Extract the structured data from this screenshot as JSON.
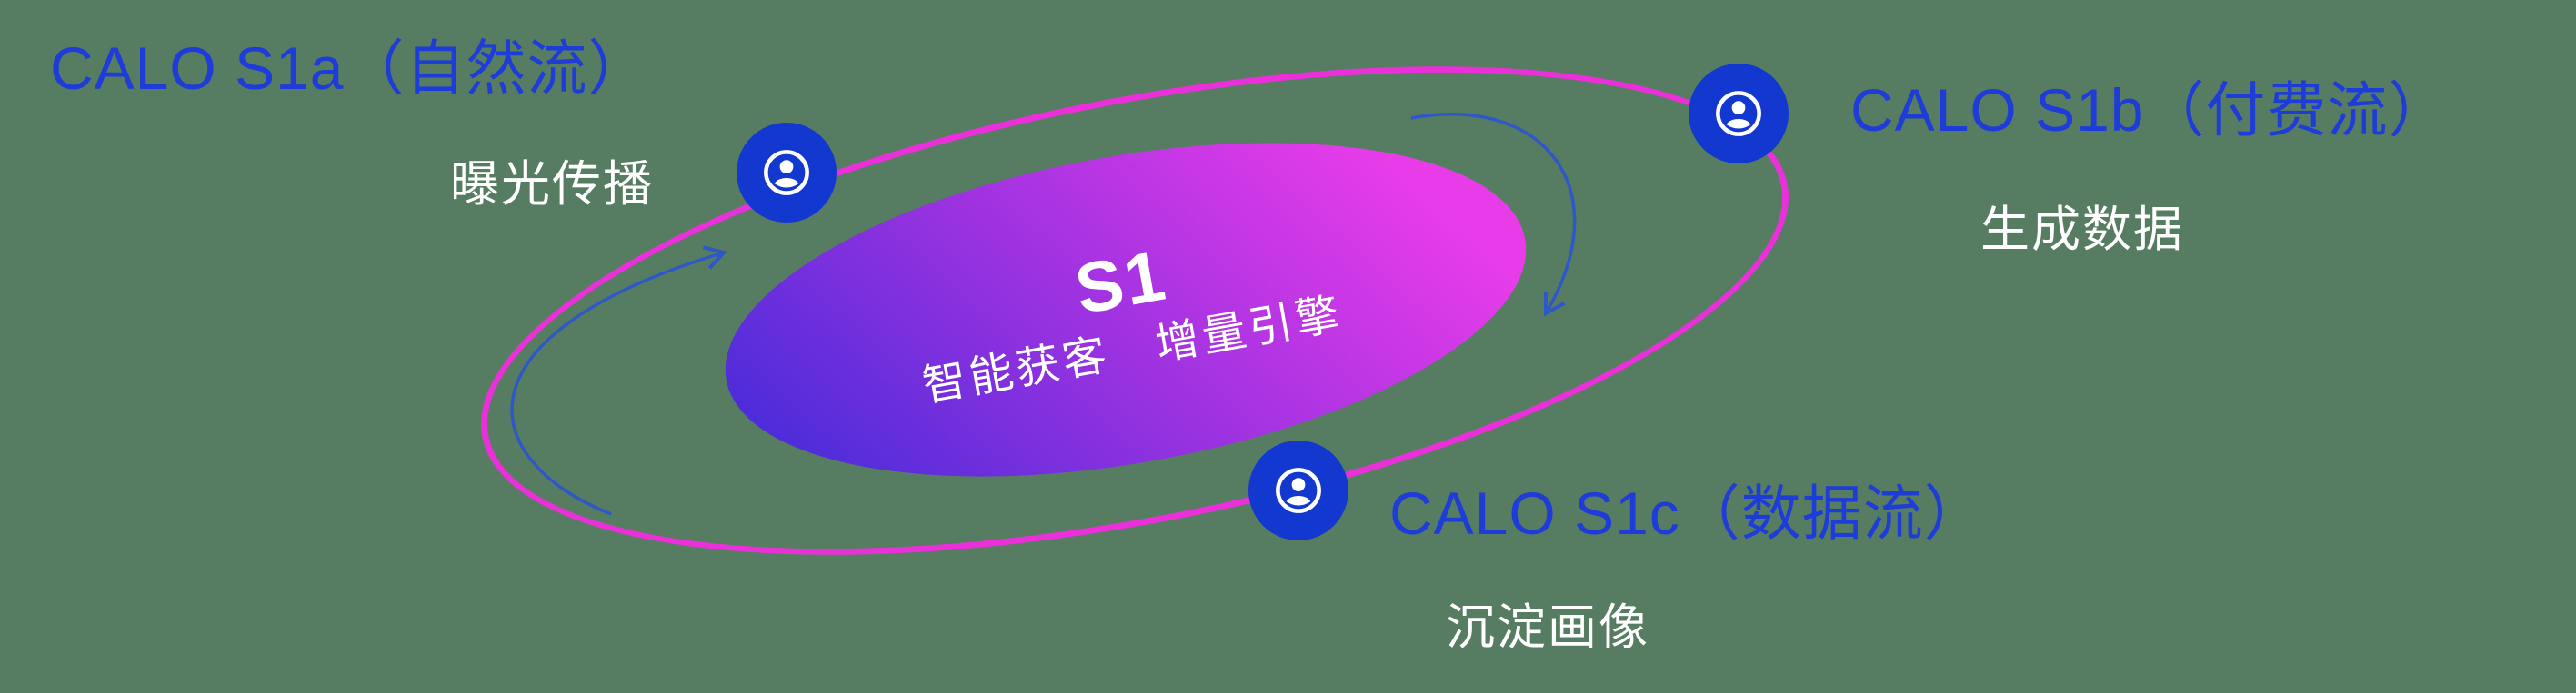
{
  "diagram": {
    "center": {
      "title": "S1",
      "subtitle": "智能获客　增量引擎"
    },
    "nodes": [
      {
        "id": "s1a",
        "title": "CALO S1a（自然流）",
        "subtitle": "曝光传播",
        "icon": "user-icon"
      },
      {
        "id": "s1b",
        "title": "CALO S1b（付费流）",
        "subtitle": "生成数据",
        "icon": "user-icon"
      },
      {
        "id": "s1c",
        "title": "CALO S1c（数据流）",
        "subtitle": "沉淀画像",
        "icon": "user-icon"
      }
    ]
  },
  "colors": {
    "background": "#567d62",
    "title_blue": "#1e3cd7",
    "text_white": "#ffffff",
    "ring_pink": "#ea30d8",
    "badge_blue": "#1238cf",
    "ellipse_gradient_start": "#4a2cd9",
    "ellipse_gradient_mid": "#9a32e0",
    "ellipse_gradient_end": "#e93ce9",
    "arrow_blue": "#2e57c8"
  }
}
